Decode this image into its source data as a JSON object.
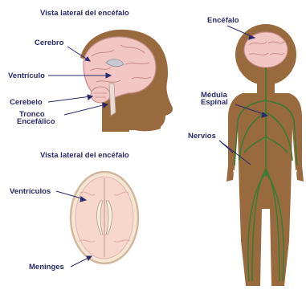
{
  "titles": {
    "top_left": "Vista lateral del encéfalo",
    "bottom_left": "Vista lateral del encéfalo"
  },
  "side_view": {
    "labels": [
      "Cerebro",
      "Ventrículo",
      "Cerebelo",
      "Tronco",
      "Encefálico"
    ]
  },
  "top_view": {
    "labels": [
      "Ventrículos",
      "Meninges"
    ]
  },
  "body_view": {
    "labels": [
      "Encéfalo",
      "Médula",
      "Espinal",
      "Nervios"
    ]
  },
  "colors": {
    "skin": "#9a6a3f",
    "brain": "#f2c6c2",
    "brain_outline": "#c48a86",
    "nerves": "#3d7a34",
    "label_text": "#2a2a6e",
    "hair": "#232323"
  }
}
